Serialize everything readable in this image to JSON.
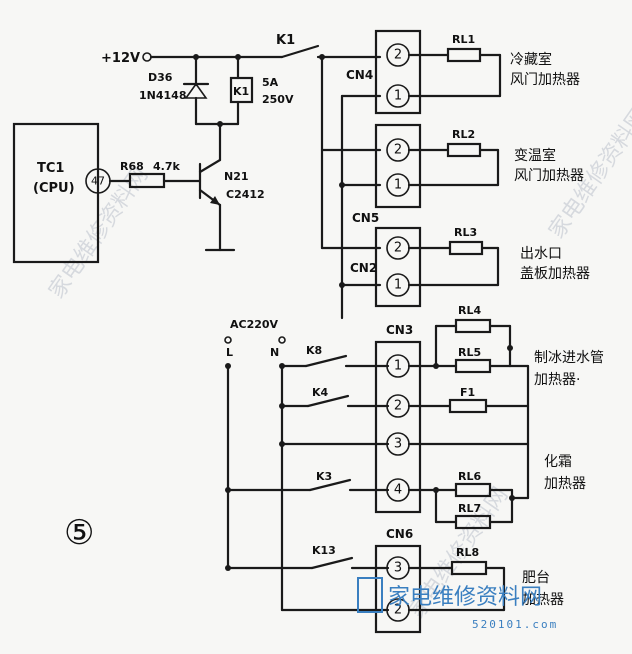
{
  "supply": {
    "v12": "+12V",
    "ac": "AC220V",
    "l": "L",
    "n": "N"
  },
  "diode": {
    "ref": "D36",
    "part": "1N4148"
  },
  "relay_k1": {
    "coil": "K1",
    "rating_a": "5A",
    "rating_v": "250V",
    "contact": "K1"
  },
  "mcu": {
    "ref": "TC1",
    "name": "(CPU)",
    "pin": "47"
  },
  "resistor": {
    "ref": "R68",
    "value": "4.7k"
  },
  "transistor": {
    "ref": "N21",
    "part": "C2412"
  },
  "connectors": {
    "cn4": "CN4",
    "cn5": "CN5",
    "cn2": "CN2",
    "cn3": "CN3",
    "cn6": "CN6"
  },
  "pins": {
    "cn4_top": "2",
    "cn4_bot": "1",
    "cn5_top": "2",
    "cn5_bot": "1",
    "cn2_top": "2",
    "cn2_bot": "1",
    "cn3_1": "1",
    "cn3_2": "2",
    "cn3_3": "3",
    "cn3_4": "4",
    "cn6_top": "3",
    "cn6_bot": "2"
  },
  "heaters": {
    "rl1": "RL1",
    "rl2": "RL2",
    "rl3": "RL3",
    "rl4": "RL4",
    "rl5": "RL5",
    "f1": "F1",
    "rl6": "RL6",
    "rl7": "RL7",
    "rl8": "RL8"
  },
  "heater_names": {
    "fridge_l1": "冷藏室",
    "fridge_l2": "风门加热器",
    "variable_l1": "变温室",
    "variable_l2": "风门加热器",
    "outlet_l1": "出水口",
    "outlet_l2": "盖板加热器",
    "ice_l1": "制冰进水管",
    "ice_l2": "加热器·",
    "tray_l1": "化霜",
    "tray_l2": "加热器",
    "plate_l1": "肥台",
    "plate_l2": "加热器"
  },
  "switches": {
    "k8": "K8",
    "k4": "K4",
    "k3": "K3",
    "k13": "K13"
  },
  "figure_number": "⑤",
  "watermark": {
    "site": "家电维修资料网",
    "url": "520101.com"
  }
}
